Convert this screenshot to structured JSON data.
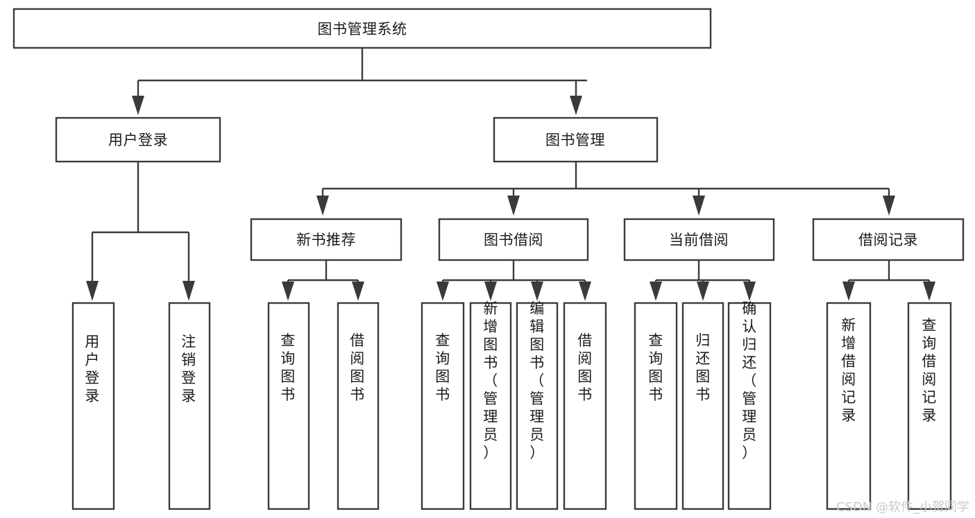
{
  "diagram": {
    "type": "tree",
    "title": "图书管理系统",
    "orientation": "top-down",
    "colors": {
      "box_fill": "#ffffff",
      "box_stroke": "#3a3a3a",
      "text": "#1b1b1b",
      "watermark": "#c9c9c9",
      "background": "#ffffff"
    },
    "root": {
      "label": "图书管理系统"
    },
    "level1": [
      {
        "label": "用户登录"
      },
      {
        "label": "图书管理"
      }
    ],
    "user_login_leaves": [
      {
        "label": "用户登录"
      },
      {
        "label": "注销登录"
      }
    ],
    "level2": [
      {
        "label": "新书推荐"
      },
      {
        "label": "图书借阅"
      },
      {
        "label": "当前借阅"
      },
      {
        "label": "借阅记录"
      }
    ],
    "new_book_leaves": [
      {
        "label": "查询图书"
      },
      {
        "label": "借阅图书"
      }
    ],
    "borrow_book_leaves": [
      {
        "label": "查询图书"
      },
      {
        "label": "新增图书（管理员）"
      },
      {
        "label": "编辑图书（管理员）"
      },
      {
        "label": "借阅图书"
      }
    ],
    "current_borrow_leaves": [
      {
        "label": "查询图书"
      },
      {
        "label": "归还图书"
      },
      {
        "label": "确认归还（管理员）"
      }
    ],
    "borrow_record_leaves": [
      {
        "label": "新增借阅记录"
      },
      {
        "label": "查询借阅记录"
      }
    ]
  },
  "watermark": {
    "text": "CSDN @软件_小贺同学"
  }
}
